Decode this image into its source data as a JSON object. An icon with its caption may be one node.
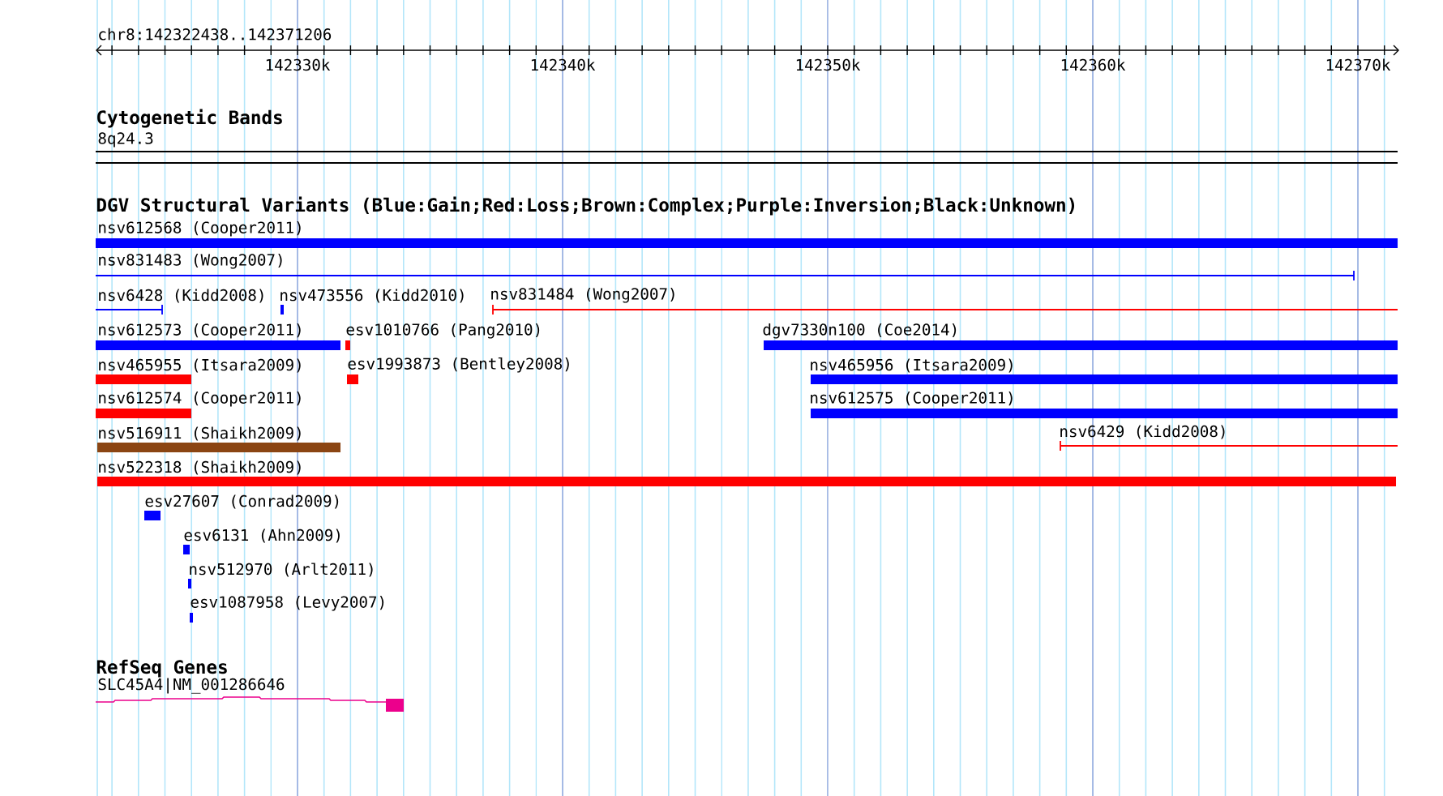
{
  "diagram": {
    "nodes": [
      {
        "text": [
          "nsv612568 (Cooper2011)"
        ]
      },
      {
        "text": [
          "nsv831483 (Wong2007)"
        ]
      },
      {
        "text": [
          "nsv6428 (Kidd2008)"
        ]
      },
      {
        "text": [
          "nsv473556 (Kidd2010)"
        ]
      },
      {
        "text": [
          "nsv831484 (Wong2007)"
        ]
      },
      {
        "text": [
          "nsv612573 (Cooper2011)"
        ]
      },
      {
        "text": [
          "esv1010766 (Pang2010)"
        ]
      },
      {
        "text": [
          "dgv7330n100 (Coe2014)"
        ]
      },
      {
        "text": [
          "nsv465955 (Itsara2009)"
        ]
      },
      {
        "text": [
          "esv1993873 (Bentley2008)"
        ]
      },
      {
        "text": [
          "nsv465956 (Itsara2009)"
        ]
      },
      {
        "text": [
          "nsv612574 (Cooper2011)"
        ]
      },
      {
        "text": [
          "nsv612575 (Cooper2011)"
        ]
      },
      {
        "text": [
          "nsv516911 (Shaikh2009)"
        ]
      },
      {
        "text": [
          "nsv6429 (Kidd2008)"
        ]
      },
      {
        "text": [
          "nsv522318 (Shaikh2009)"
        ]
      },
      {
        "text": [
          "esv27607 (Conrad2009)"
        ]
      },
      {
        "text": [
          "esv6131 (Ahn2009)"
        ]
      },
      {
        "text": [
          "nsv512970 (Arlt2011)"
        ]
      },
      {
        "text": [
          "esv1087958 (Levy2007)"
        ]
      },
      {
        "text": [
          "SLC45A4|NM_001286646"
        ]
      }
    ],
    "labels": [
      "chr8:142322438..142371206",
      "142330k",
      "142340k",
      "142350k",
      "142360k",
      "142370k",
      "Cytogenetic Bands",
      "8q24.3",
      "DGV Structural Variants (Blue:Gain;Red:Loss;Brown:Complex;Purple:Inversion;Black:Unknown)",
      "RefSeq Genes"
    ]
  }
}
